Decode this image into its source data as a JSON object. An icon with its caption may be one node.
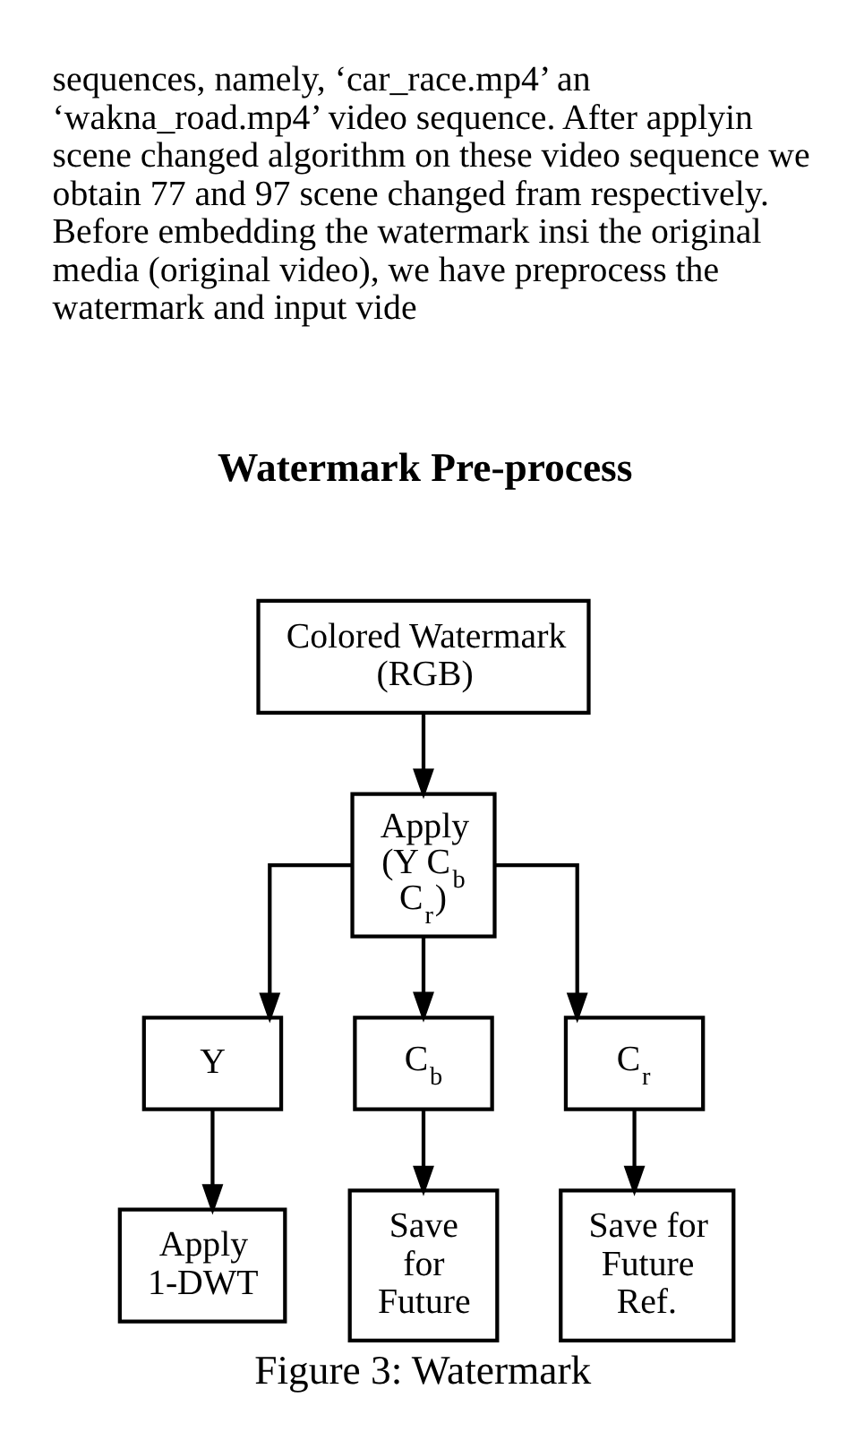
{
  "diagram": {
    "title": "Watermark Pre-process",
    "caption": "Figure 3: Watermark",
    "nodes": [
      {
        "text": [
          "Colored Watermark (RGB)"
        ]
      },
      {
        "text": [
          "Apply (Y C$_{b}$ C$_{r}$)"
        ]
      },
      {
        "text": [
          "Y"
        ]
      },
      {
        "text": [
          "C$_{b}$"
        ]
      },
      {
        "text": [
          "C$_{r}$"
        ]
      },
      {
        "text": [
          "Apply 1-DWT"
        ]
      },
      {
        "text": [
          "Save for Future"
        ]
      },
      {
        "text": [
          "Save for Future Ref."
        ]
      }
    ],
    "edges": [
      {
        "from": 0,
        "to": 1,
        "arrow": "to"
      },
      {
        "from": 1,
        "to": 2,
        "arrow": "to"
      },
      {
        "from": 1,
        "to": 3,
        "arrow": "to"
      },
      {
        "from": 1,
        "to": 4,
        "arrow": "to"
      },
      {
        "from": 2,
        "to": 5,
        "arrow": "to"
      },
      {
        "from": 3,
        "to": 6,
        "arrow": "to"
      },
      {
        "from": 4,
        "to": 7,
        "arrow": "to"
      }
    ],
    "labels": [
      "sequences, namely, ‘car_race.mp4’ an ‘wakna_road.mp4’ video sequence. After applyin scene changed algorithm on these video sequence we obtain 77 and 97 scene changed fram respectively. Before embedding the watermark insi the original media (original video), we have preprocess the watermark and input vide"
    ]
  }
}
